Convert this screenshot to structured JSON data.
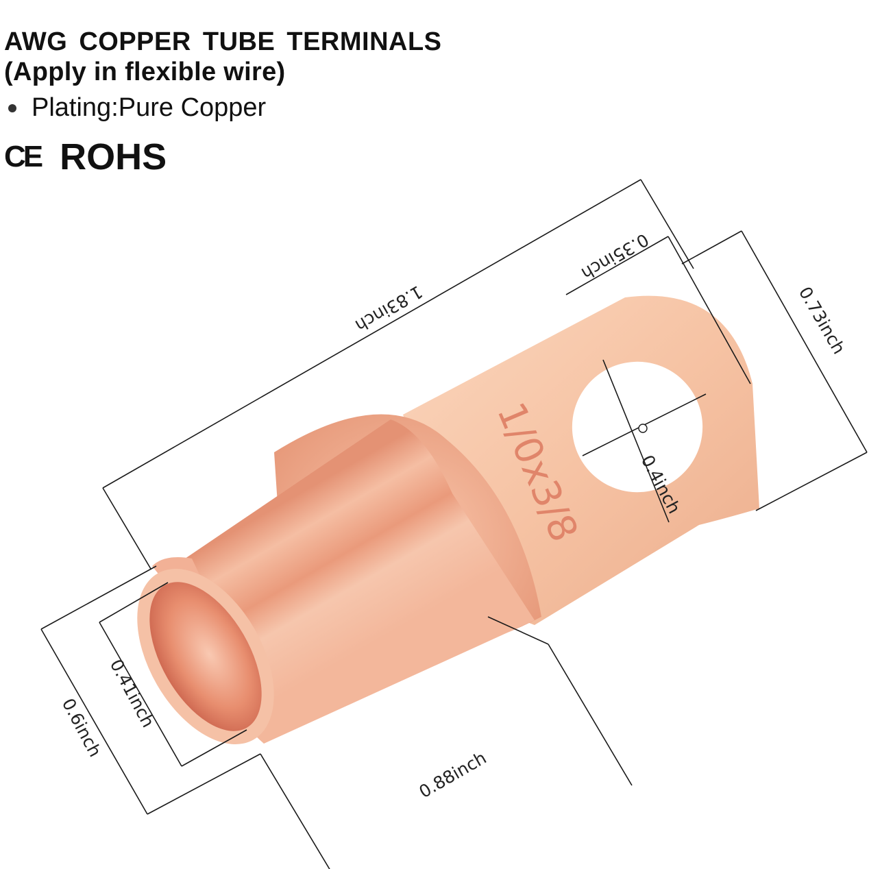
{
  "header": {
    "title_line1": "AWG  COPPER TUBE TERMINALS",
    "title_line2": "(Apply in flexible wire)",
    "plating": "Plating:Pure Copper",
    "cert_mark": "CE",
    "cert_label": "ROHS"
  },
  "product": {
    "marking": "1/0x3/8"
  },
  "dimensions": {
    "total_length": "1.83inch",
    "hole_to_end": "0.35inch",
    "tongue_width": "0.73inch",
    "hole_diameter": "0.4inch",
    "barrel_inner_diameter": "0.41inch",
    "barrel_outer_diameter": "0.6inch",
    "barrel_length": "0.88inch"
  },
  "colors": {
    "copper_light": "#f7c7a8",
    "copper_mid": "#ee9c7c",
    "copper_dark": "#d06a4a",
    "marking": "#e0856a"
  }
}
